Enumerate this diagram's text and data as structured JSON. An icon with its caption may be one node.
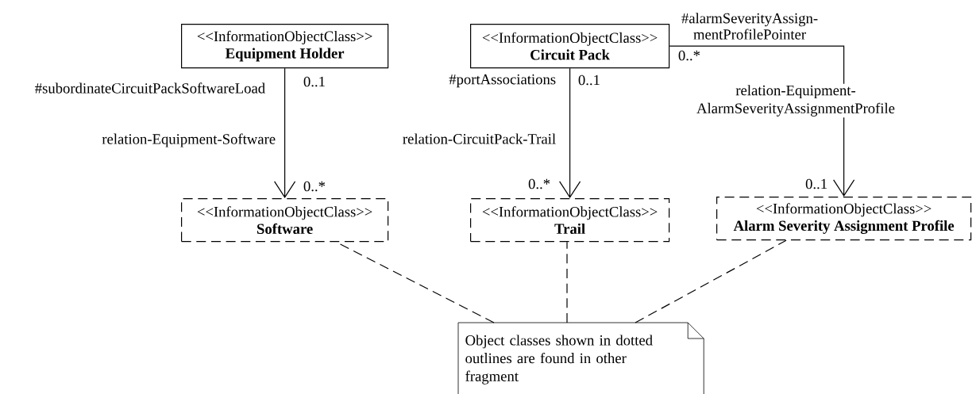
{
  "diagram": {
    "nodes": [
      {
        "text": [
          "<<InformationObjectClass>>",
          "Equipment Holder"
        ]
      },
      {
        "text": [
          "<<InformationObjectClass>>",
          "Circuit Pack"
        ]
      },
      {
        "text": [
          "<<InformationObjectClass>>",
          "Software"
        ]
      },
      {
        "text": [
          "<<InformationObjectClass>>",
          "Trail"
        ]
      },
      {
        "text": [
          "<<InformationObjectClass>>",
          "Alarm Severity Assignment Profile"
        ]
      },
      {
        "text": [
          "Object classes shown in dotted outlines are found in other fragment"
        ]
      }
    ],
    "edges": [
      {
        "from": 0,
        "to": 2,
        "arrow": "to",
        "label": "relation-Equipment-Software"
      },
      {
        "from": 1,
        "to": 3,
        "arrow": "to",
        "label": "relation-CircuitPack-Trail"
      },
      {
        "from": 1,
        "to": 4,
        "arrow": "to",
        "label": "relation-Equipment- AlarmSeverityAssignmentProfile"
      },
      {
        "from": 5,
        "to": 2,
        "arrow": "none",
        "style": "dashed"
      },
      {
        "from": 5,
        "to": 3,
        "arrow": "none",
        "style": "dashed"
      },
      {
        "from": 5,
        "to": 4,
        "arrow": "none",
        "style": "dashed"
      }
    ],
    "labels": [
      "#alarmSeverityAssign- mentProfilePointer",
      "#subordinateCircuitPackSoftwareLoad",
      "0..1",
      "#portAssociations",
      "0..1",
      "0..*",
      "0..*",
      "0..*",
      "0..1"
    ]
  }
}
